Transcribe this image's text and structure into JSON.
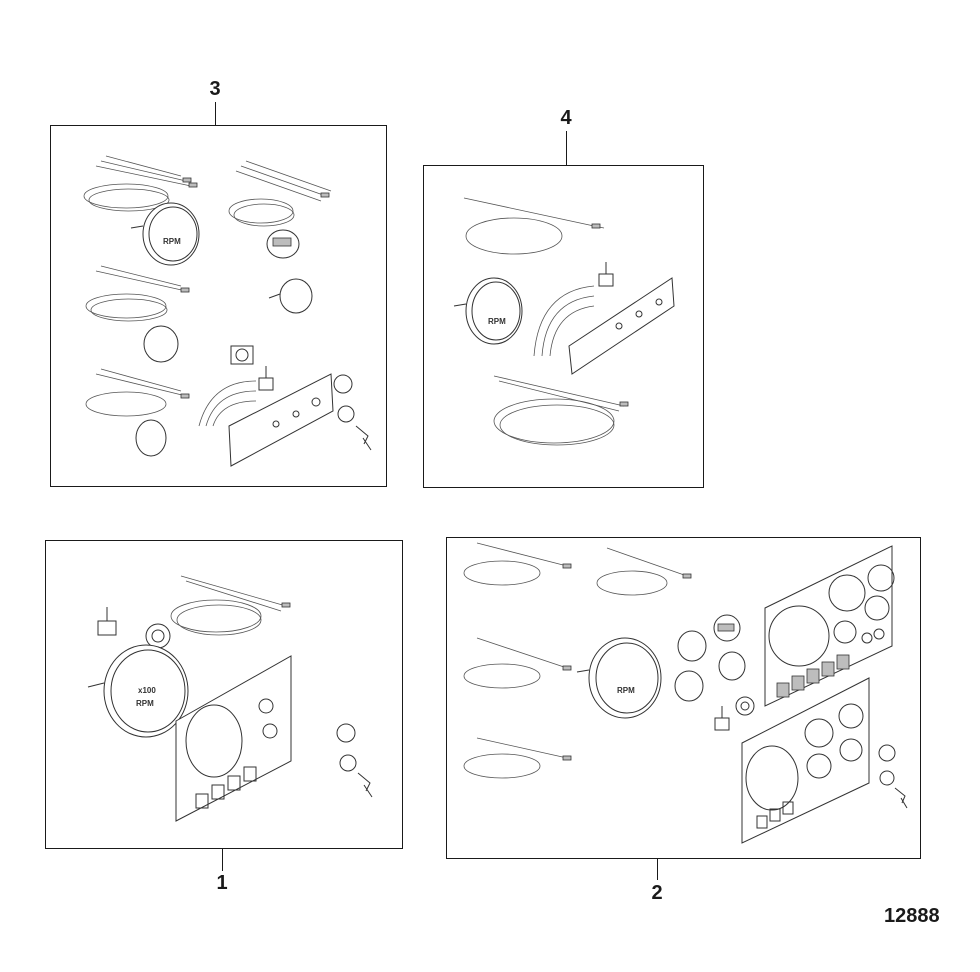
{
  "callouts": {
    "item1": "1",
    "item2": "2",
    "item3": "3",
    "item4": "4"
  },
  "figure_id": "12888",
  "gauge_text": {
    "rpm": "RPM",
    "x100": "x100"
  },
  "colors": {
    "line": "#1a1a1a",
    "background": "#ffffff"
  }
}
